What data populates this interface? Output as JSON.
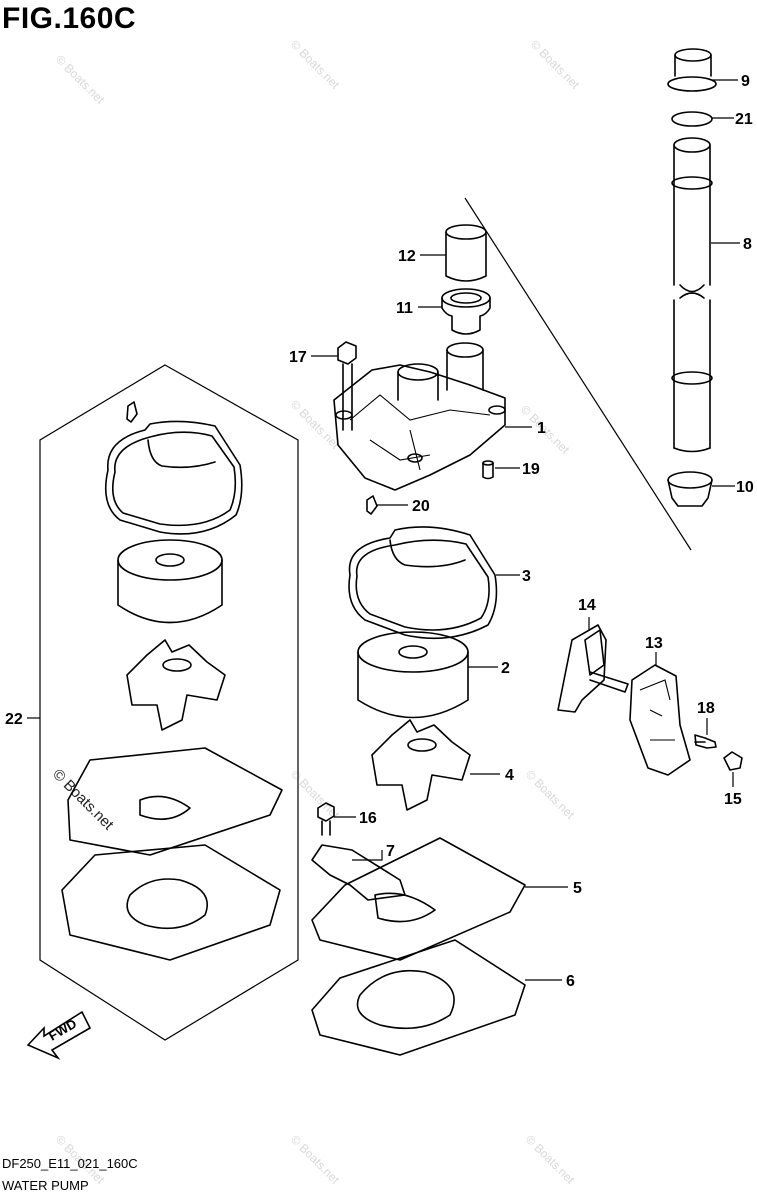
{
  "figure": {
    "title": "FIG.160C",
    "code": "DF250_E11_021_160C",
    "caption": "WATER PUMP"
  },
  "watermark": "© Boats.net",
  "fwd_label": "FWD",
  "callouts": {
    "c1": "1",
    "c2": "2",
    "c3": "3",
    "c4": "4",
    "c5": "5",
    "c6": "6",
    "c7": "7",
    "c8": "8",
    "c9": "9",
    "c10": "10",
    "c11": "11",
    "c12": "12",
    "c13": "13",
    "c14": "14",
    "c15": "15",
    "c16": "16",
    "c17": "17",
    "c18": "18",
    "c19": "19",
    "c20": "20",
    "c21": "21",
    "c22": "22"
  }
}
